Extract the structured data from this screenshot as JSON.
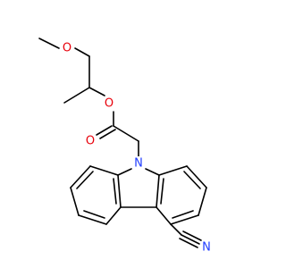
{
  "molecule": {
    "atoms": {
      "methoxy_oxygen": {
        "symbol": "O",
        "color": "#e8000b"
      },
      "ester_oxygen": {
        "symbol": "O",
        "color": "#e8000b"
      },
      "carbonyl_oxygen": {
        "symbol": "O",
        "color": "#e8000b"
      },
      "ring_nitrogen": {
        "symbol": "N",
        "color": "#1f3cff"
      },
      "nitrile_nitrogen": {
        "symbol": "N",
        "color": "#1f3cff"
      }
    }
  }
}
